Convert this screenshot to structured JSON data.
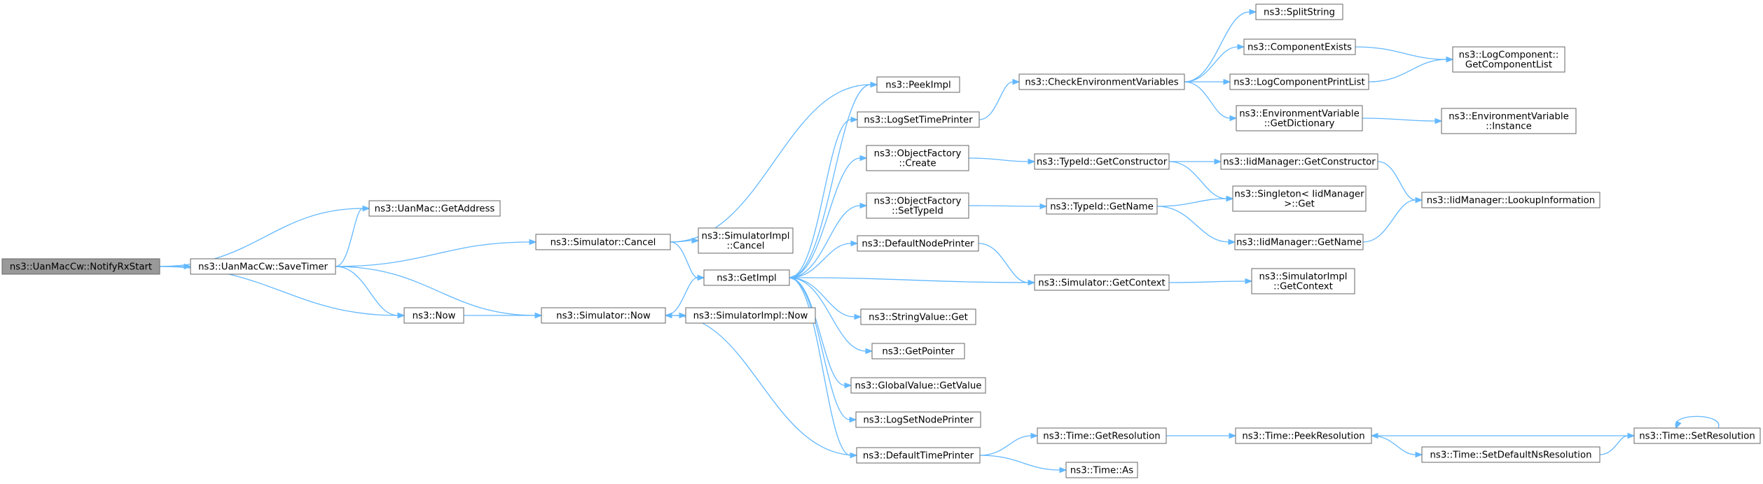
{
  "graph": {
    "edge_color": "#63b8ff",
    "node_border_color": "#666666",
    "root_fill_color": "#999999",
    "nodes": [
      {
        "id": "notify",
        "label": [
          "ns3::UanMacCw::NotifyRxStart"
        ],
        "root": true
      },
      {
        "id": "getaddress",
        "label": [
          "ns3::UanMac::GetAddress"
        ]
      },
      {
        "id": "savetimer",
        "label": [
          "ns3::UanMacCw::SaveTimer"
        ]
      },
      {
        "id": "now",
        "label": [
          "ns3::Now"
        ]
      },
      {
        "id": "cancel",
        "label": [
          "ns3::Simulator::Cancel"
        ]
      },
      {
        "id": "simnow",
        "label": [
          "ns3::Simulator::Now"
        ]
      },
      {
        "id": "implcancel",
        "label": [
          "ns3::SimulatorImpl",
          "::Cancel"
        ]
      },
      {
        "id": "getimpl",
        "label": [
          "ns3::GetImpl"
        ]
      },
      {
        "id": "implnow",
        "label": [
          "ns3::SimulatorImpl::Now"
        ]
      },
      {
        "id": "peekimpl",
        "label": [
          "ns3::PeekImpl"
        ]
      },
      {
        "id": "logsettime",
        "label": [
          "ns3::LogSetTimePrinter"
        ]
      },
      {
        "id": "ofcreate",
        "label": [
          "ns3::ObjectFactory",
          "::Create"
        ]
      },
      {
        "id": "ofsettype",
        "label": [
          "ns3::ObjectFactory",
          "::SetTypeId"
        ]
      },
      {
        "id": "defnode",
        "label": [
          "ns3::DefaultNodePrinter"
        ]
      },
      {
        "id": "strget",
        "label": [
          "ns3::StringValue::Get"
        ]
      },
      {
        "id": "getpointer",
        "label": [
          "ns3::GetPointer"
        ]
      },
      {
        "id": "gvget",
        "label": [
          "ns3::GlobalValue::GetValue"
        ]
      },
      {
        "id": "logsetnode",
        "label": [
          "ns3::LogSetNodePrinter"
        ]
      },
      {
        "id": "deftime",
        "label": [
          "ns3::DefaultTimePrinter"
        ]
      },
      {
        "id": "checkenv",
        "label": [
          "ns3::CheckEnvironmentVariables"
        ]
      },
      {
        "id": "tidgetcons",
        "label": [
          "ns3::TypeId::GetConstructor"
        ]
      },
      {
        "id": "tidgetname",
        "label": [
          "ns3::TypeId::GetName"
        ]
      },
      {
        "id": "simgetctx",
        "label": [
          "ns3::Simulator::GetContext"
        ]
      },
      {
        "id": "timegetres",
        "label": [
          "ns3::Time::GetResolution"
        ]
      },
      {
        "id": "timeas",
        "label": [
          "ns3::Time::As"
        ]
      },
      {
        "id": "splitstr",
        "label": [
          "ns3::SplitString"
        ]
      },
      {
        "id": "compexists",
        "label": [
          "ns3::ComponentExists"
        ]
      },
      {
        "id": "logcompprint",
        "label": [
          "ns3::LogComponentPrintList"
        ]
      },
      {
        "id": "envgetdict",
        "label": [
          "ns3::EnvironmentVariable",
          "::GetDictionary"
        ]
      },
      {
        "id": "iidgetcons",
        "label": [
          "ns3::IidManager::GetConstructor"
        ]
      },
      {
        "id": "singleton",
        "label": [
          "ns3::Singleton< IidManager",
          " >::Get"
        ]
      },
      {
        "id": "iidgetname",
        "label": [
          "ns3::IidManager::GetName"
        ]
      },
      {
        "id": "implgetctx",
        "label": [
          "ns3::SimulatorImpl",
          "::GetContext"
        ]
      },
      {
        "id": "timepeekres",
        "label": [
          "ns3::Time::PeekResolution"
        ]
      },
      {
        "id": "timesetdef",
        "label": [
          "ns3::Time::SetDefaultNsResolution"
        ]
      },
      {
        "id": "logcomplist",
        "label": [
          "ns3::LogComponent::",
          "GetComponentList"
        ]
      },
      {
        "id": "envinstance",
        "label": [
          "ns3::EnvironmentVariable",
          "::Instance"
        ]
      },
      {
        "id": "iidlookup",
        "label": [
          "ns3::IidManager::LookupInformation"
        ]
      },
      {
        "id": "timesetres",
        "label": [
          "ns3::Time::SetResolution"
        ]
      }
    ],
    "edges": [
      [
        "notify",
        "getaddress"
      ],
      [
        "notify",
        "savetimer"
      ],
      [
        "notify",
        "now"
      ],
      [
        "savetimer",
        "getaddress"
      ],
      [
        "savetimer",
        "now"
      ],
      [
        "savetimer",
        "cancel"
      ],
      [
        "savetimer",
        "simnow"
      ],
      [
        "now",
        "simnow"
      ],
      [
        "cancel",
        "peekimpl"
      ],
      [
        "cancel",
        "implcancel"
      ],
      [
        "cancel",
        "getimpl"
      ],
      [
        "simnow",
        "getimpl"
      ],
      [
        "simnow",
        "implnow"
      ],
      [
        "getimpl",
        "peekimpl"
      ],
      [
        "getimpl",
        "logsettime"
      ],
      [
        "getimpl",
        "ofcreate"
      ],
      [
        "getimpl",
        "ofsettype"
      ],
      [
        "getimpl",
        "defnode"
      ],
      [
        "getimpl",
        "strget"
      ],
      [
        "getimpl",
        "getpointer"
      ],
      [
        "getimpl",
        "gvget"
      ],
      [
        "getimpl",
        "logsetnode"
      ],
      [
        "getimpl",
        "deftime"
      ],
      [
        "logsettime",
        "checkenv"
      ],
      [
        "ofcreate",
        "tidgetcons"
      ],
      [
        "ofsettype",
        "tidgetname"
      ],
      [
        "defnode",
        "simgetctx"
      ],
      [
        "simgetctx",
        "getimpl"
      ],
      [
        "simgetctx",
        "implgetctx"
      ],
      [
        "deftime",
        "simnow"
      ],
      [
        "deftime",
        "timegetres"
      ],
      [
        "deftime",
        "timeas"
      ],
      [
        "checkenv",
        "splitstr"
      ],
      [
        "checkenv",
        "compexists"
      ],
      [
        "checkenv",
        "logcompprint"
      ],
      [
        "checkenv",
        "envgetdict"
      ],
      [
        "compexists",
        "logcomplist"
      ],
      [
        "logcompprint",
        "logcomplist"
      ],
      [
        "envgetdict",
        "envinstance"
      ],
      [
        "tidgetcons",
        "iidgetcons"
      ],
      [
        "tidgetcons",
        "singleton"
      ],
      [
        "tidgetname",
        "singleton"
      ],
      [
        "tidgetname",
        "iidgetname"
      ],
      [
        "iidgetcons",
        "iidlookup"
      ],
      [
        "iidgetname",
        "iidlookup"
      ],
      [
        "timegetres",
        "timepeekres"
      ],
      [
        "timepeekres",
        "timesetdef"
      ],
      [
        "timesetdef",
        "timesetres"
      ],
      [
        "timesetres",
        "timepeekres"
      ],
      [
        "timesetres",
        "timesetres"
      ]
    ]
  }
}
